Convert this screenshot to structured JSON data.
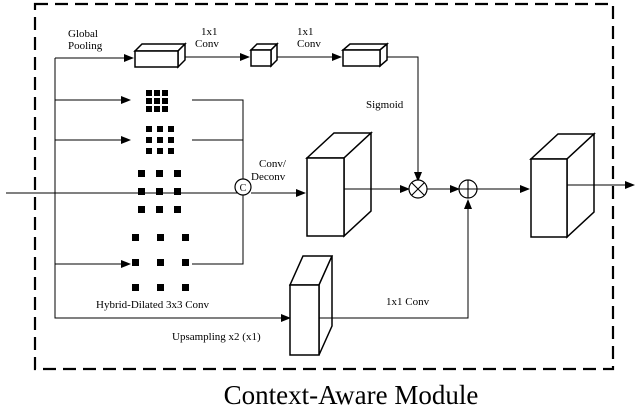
{
  "diagram": {
    "caption": "Context-Aware Module",
    "labels": {
      "global_pooling_line1": "Global",
      "global_pooling_line2": "Pooling",
      "conv1x1_a_line1": "1x1",
      "conv1x1_a_line2": "Conv",
      "conv1x1_b_line1": "1x1",
      "conv1x1_b_line2": "Conv",
      "sigmoid": "Sigmoid",
      "conv_deconv_line1": "Conv/",
      "conv_deconv_line2": "Deconv",
      "concat_symbol": "C",
      "hybrid_dilated": "Hybrid-Dilated 3x3 Conv",
      "conv1x1_bottom": "1x1 Conv",
      "upsampling": "Upsampling x2 (x1)"
    }
  }
}
